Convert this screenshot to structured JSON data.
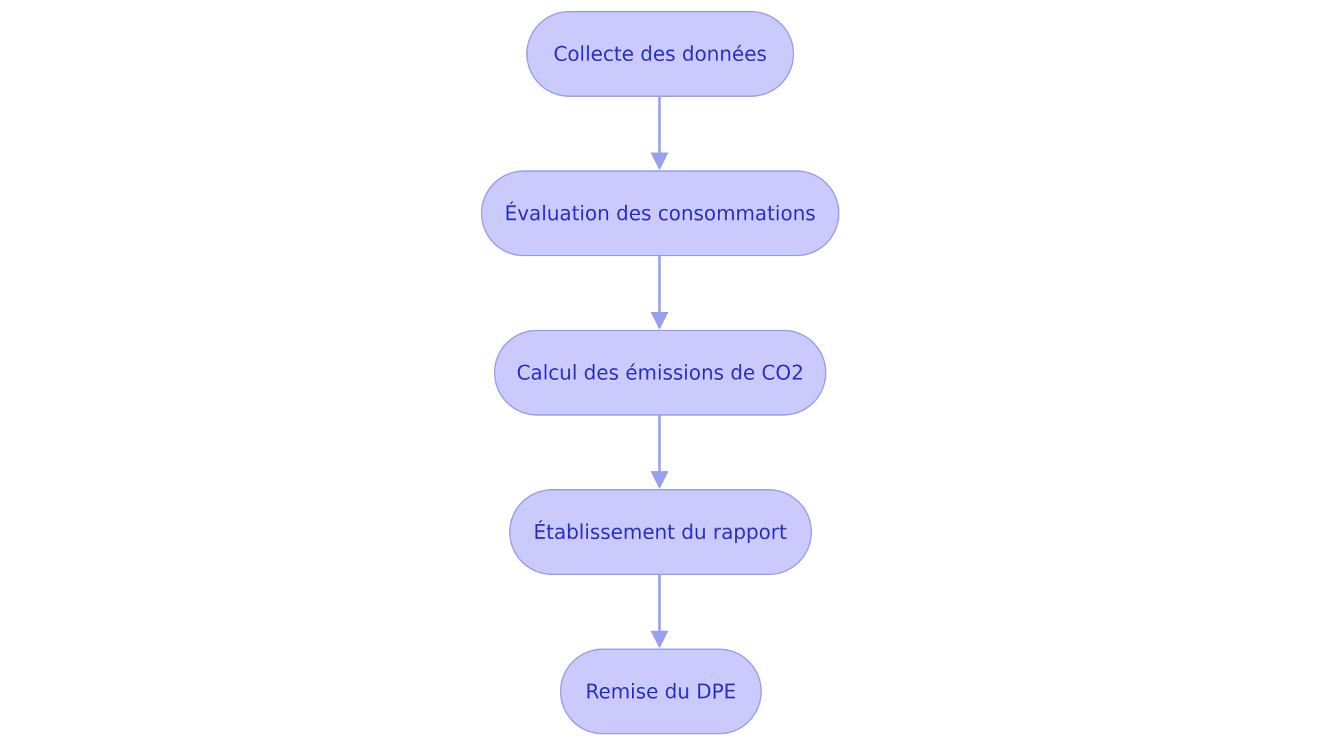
{
  "diagram": {
    "type": "flowchart",
    "direction": "top-to-bottom",
    "colors": {
      "node_fill": "#cacbfc",
      "node_stroke": "#9a9ff0",
      "text": "#2b2fcf",
      "edge": "#9a9ff0"
    },
    "nodes": [
      {
        "id": "n1",
        "label": "Collecte des données"
      },
      {
        "id": "n2",
        "label": "Évaluation des consommations"
      },
      {
        "id": "n3",
        "label": "Calcul des émissions de CO2"
      },
      {
        "id": "n4",
        "label": "Établissement du rapport"
      },
      {
        "id": "n5",
        "label": "Remise du DPE"
      }
    ],
    "edges": [
      {
        "from": "n1",
        "to": "n2"
      },
      {
        "from": "n2",
        "to": "n3"
      },
      {
        "from": "n3",
        "to": "n4"
      },
      {
        "from": "n4",
        "to": "n5"
      }
    ]
  }
}
